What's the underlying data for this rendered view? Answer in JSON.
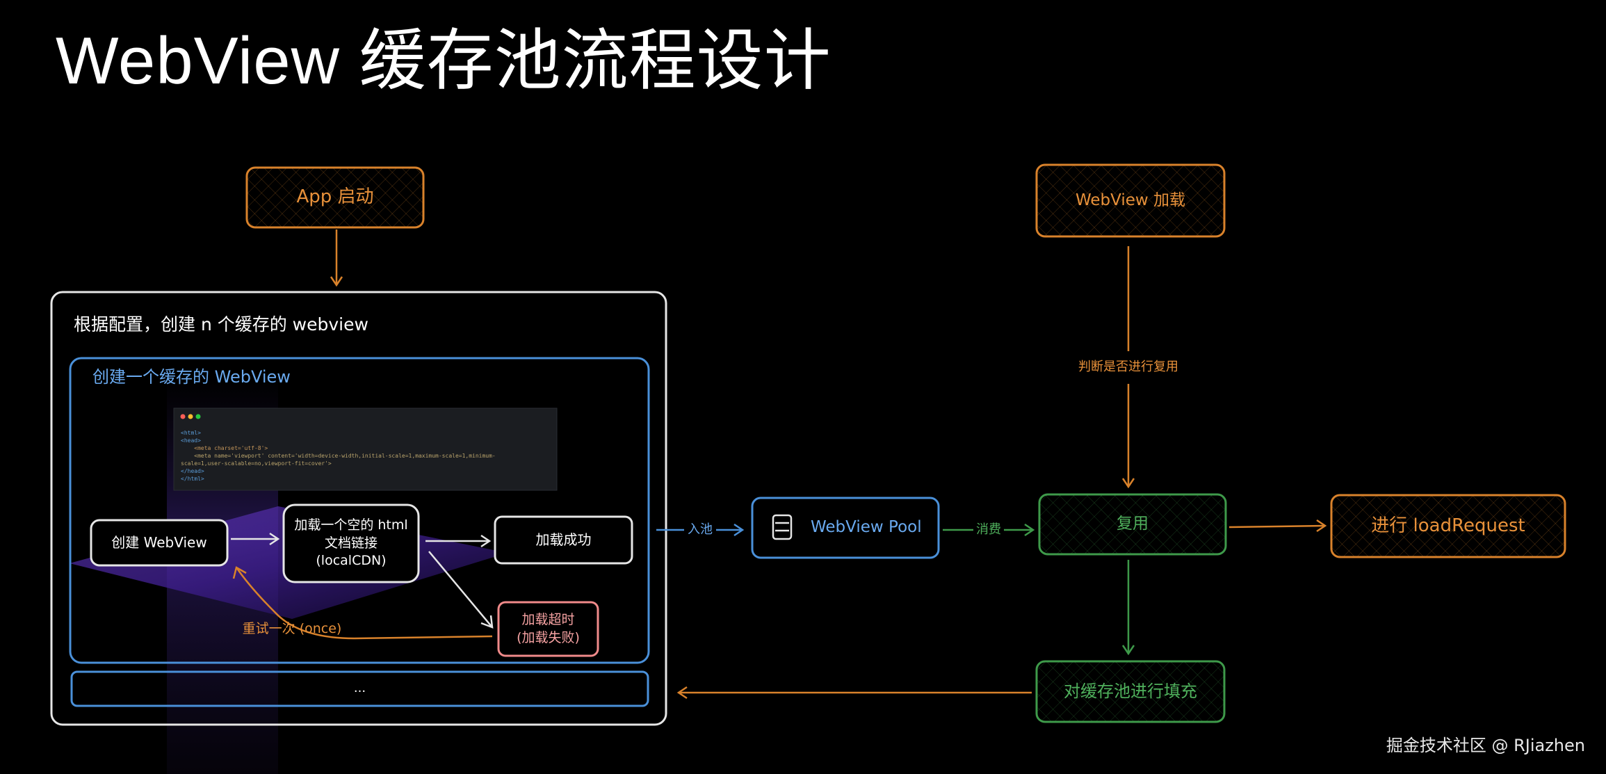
{
  "page": {
    "title": "WebView 缓存池流程设计",
    "watermark": "掘金技术社区 @ RJiazhen"
  },
  "colors": {
    "background": "#000000",
    "orange": "#d9822b",
    "green": "#3e9a4a",
    "blue": "#4a90d9",
    "white": "#e6e6e6",
    "red": "#f08a8a",
    "purple_glow": "#5a2bb0"
  },
  "nodes": {
    "app_start": "App 启动",
    "outer_container": "根据配置，创建 n 个缓存的 webview",
    "inner_container": "创建一个缓存的 WebView",
    "create_webview": "创建 WebView",
    "load_empty_html": [
      "加载一个空的 html",
      "文档链接",
      "(localCDN)"
    ],
    "load_success": "加载成功",
    "load_timeout": [
      "加载超时",
      "(加载失败)"
    ],
    "retry_once": "重试一次 (once)",
    "ellipsis_box": "...",
    "webview_pool": "WebView Pool",
    "webview_pool_icon": "database-icon",
    "webview_load": "WebView 加载",
    "reuse": "复用",
    "load_request": "进行 loadRequest",
    "refill_pool": "对缓存池进行填充"
  },
  "edges": {
    "into_pool": "入池",
    "consume": "消费",
    "check_reuse": "判断是否进行复用"
  },
  "code_window": {
    "lines": [
      "<html>",
      "<head>",
      "    <meta charset='utf-8'>",
      "    <meta name='viewport' content='width=device-width,initial-scale=1,maximum-scale=1,minimum-",
      "scale=1,user-scalable=no,viewport-fit=cover'>",
      "</head>",
      "</html>"
    ],
    "dot_colors": [
      "#ff5f57",
      "#febc2e",
      "#28c840"
    ]
  }
}
